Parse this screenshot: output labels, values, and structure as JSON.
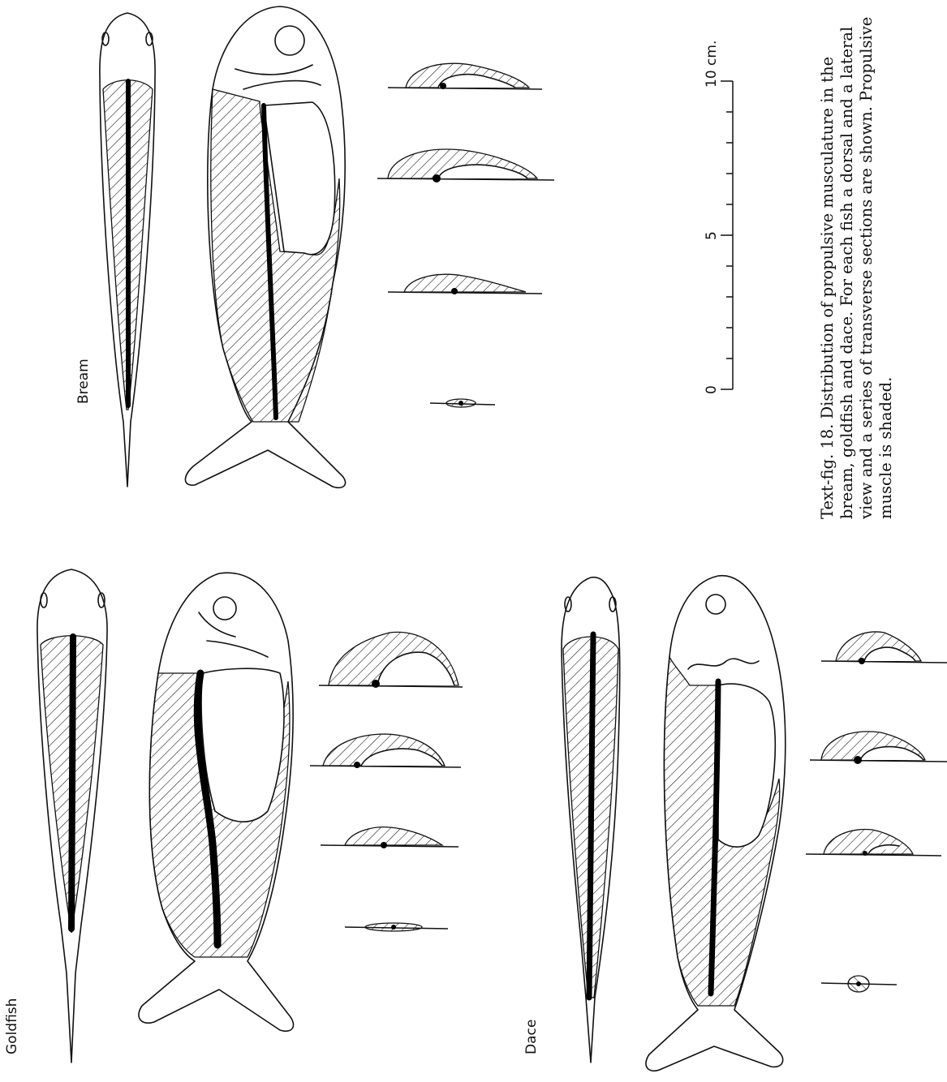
{
  "labels": {
    "goldfish": "Goldfish",
    "dace": "Dace",
    "bream": "Bream"
  },
  "scale_bar": {
    "tick_0": "0",
    "tick_5": "5",
    "tick_10": "10 cm."
  },
  "caption": {
    "line1": "Text-fig. 18. Distribution of propulsive musculature in the",
    "line2": "bream, goldfish and dace. For each fish a dorsal and a lateral",
    "line3": "view and a series of transverse sections are shown. Propulsive",
    "line4": "muscle is shaded."
  }
}
